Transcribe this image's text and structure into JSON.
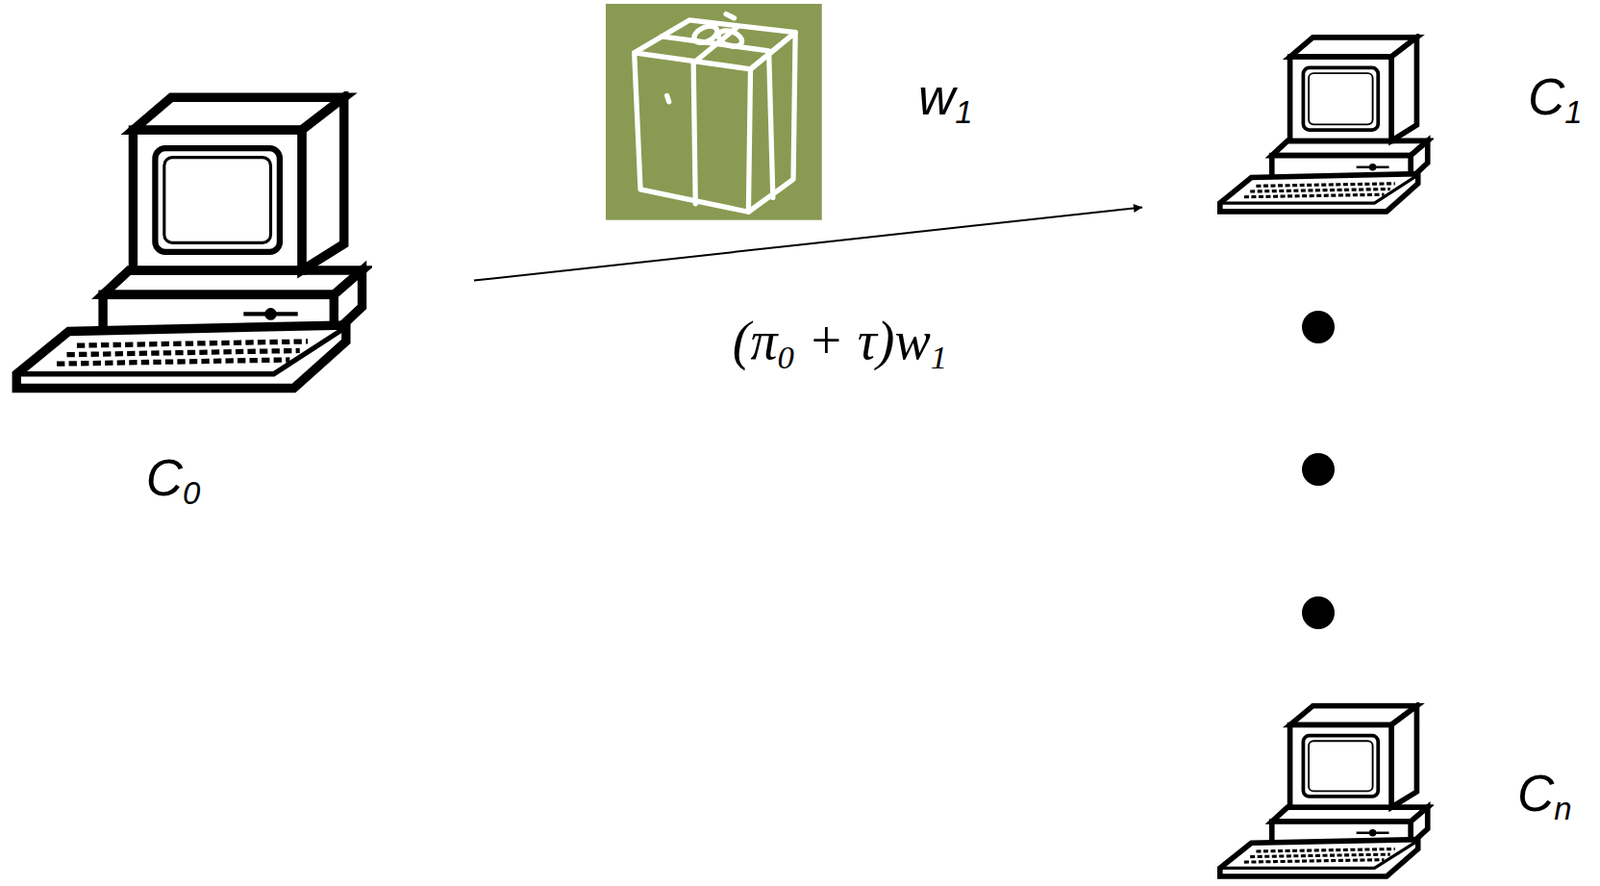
{
  "diagram": {
    "nodes": [
      {
        "text": [
          "C0"
        ]
      },
      {
        "text": [
          "C1"
        ]
      },
      {
        "text": [
          "Cn"
        ]
      }
    ],
    "edges": [
      {
        "from": 0,
        "to": 1,
        "arrow": "to",
        "label": "(π0 + τ)w1"
      }
    ],
    "labels": [
      "w1"
    ]
  }
}
